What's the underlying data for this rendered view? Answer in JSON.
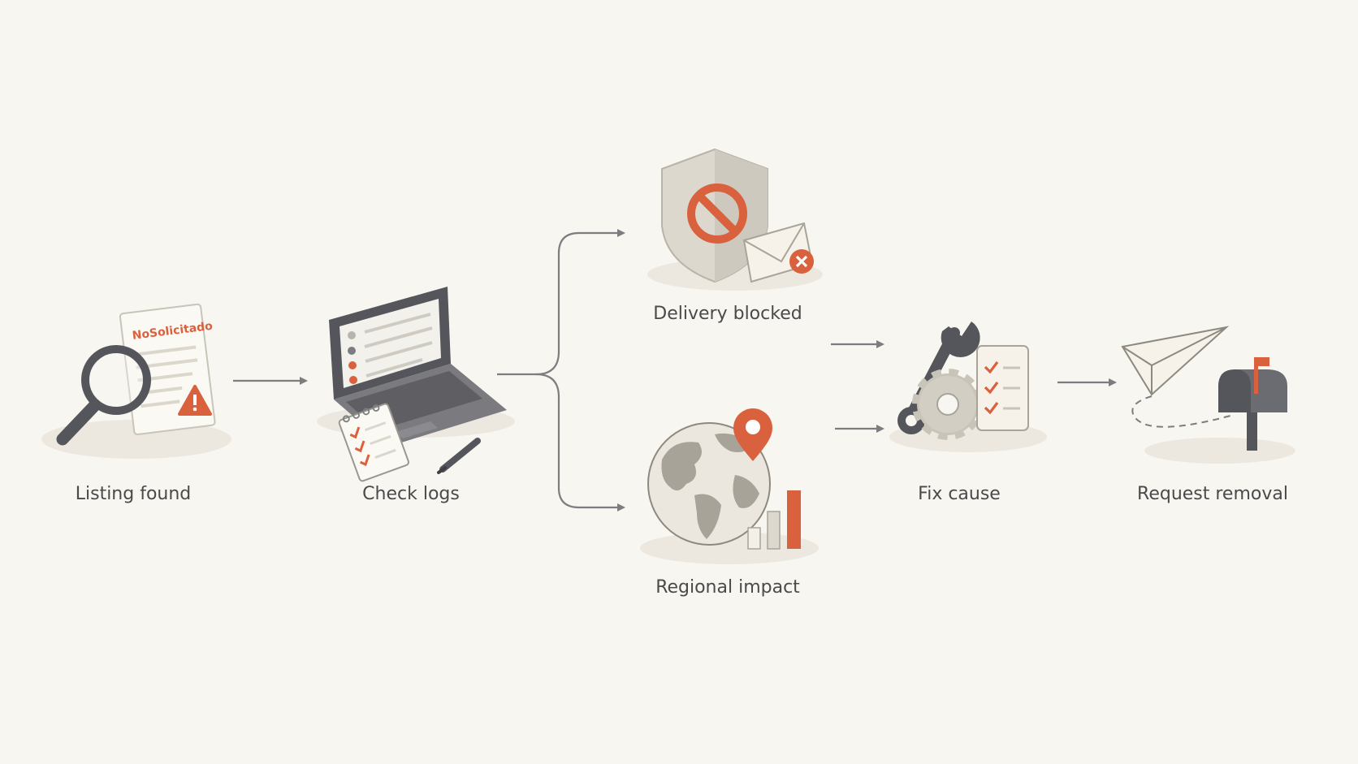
{
  "steps": {
    "listing_found": {
      "label": "Listing found",
      "document_text": "NoSolicitado",
      "icon": "magnifier-document-warning-icon"
    },
    "check_logs": {
      "label": "Check logs",
      "icon": "laptop-log-checklist-icon"
    },
    "delivery_blocked": {
      "label": "Delivery blocked",
      "icon": "shield-blocked-email-icon"
    },
    "regional_impact": {
      "label": "Regional impact",
      "icon": "globe-location-chart-icon"
    },
    "fix_cause": {
      "label": "Fix cause",
      "icon": "wrench-gear-checklist-icon"
    },
    "request_removal": {
      "label": "Request removal",
      "icon": "paper-plane-mailbox-icon"
    }
  },
  "colors": {
    "background": "#f8f6f1",
    "accent": "#d9613e",
    "dark": "#55565c",
    "light": "#ece8df",
    "arrow": "#7d7d80",
    "text": "#4a4a4a"
  }
}
